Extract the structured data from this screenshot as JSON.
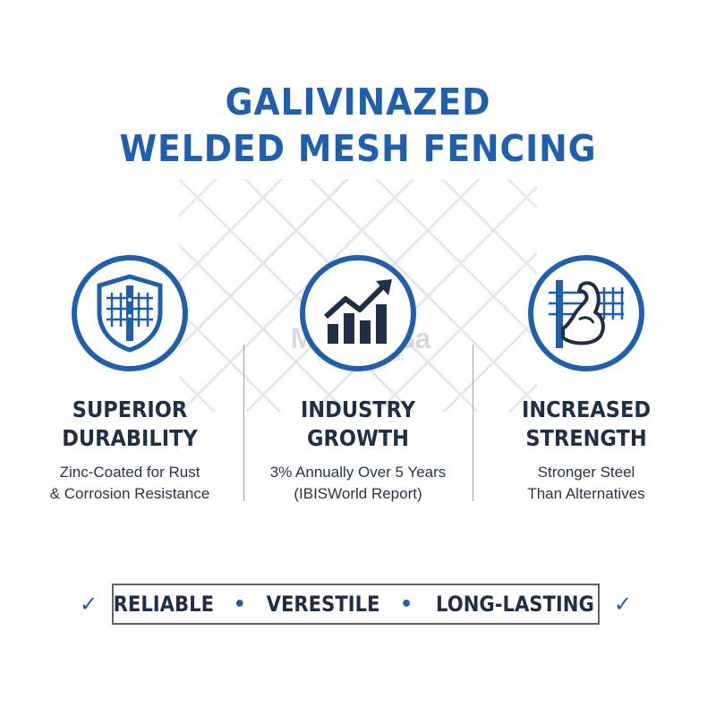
{
  "title": {
    "line1": "GALIVINAZED",
    "line2": "WELDED MESH FENCING"
  },
  "columns": [
    {
      "icon": "shield-fence-icon",
      "heading_line1": "SUPERIOR",
      "heading_line2": "DURABILITY",
      "desc_line1": "Zinc-Coated for Rust",
      "desc_line2": "& Corrosion Resistance"
    },
    {
      "icon": "growth-chart-icon",
      "heading_line1": "INDUSTRY",
      "heading_line2": "GROWTH",
      "desc_line1": "3% Annually Over 5 Years",
      "desc_line2": "(IBISWorld Report)"
    },
    {
      "icon": "flexed-arm-fence-icon",
      "heading_line1": "INCREASED",
      "heading_line2": "STRENGTH",
      "desc_line1": "Stronger Steel",
      "desc_line2": "Than Alternatives"
    }
  ],
  "watermark": {
    "main": "Macintu$a",
    "sub": "(IBISWorld Report"
  },
  "banner": {
    "item1": "RELIABLE",
    "item2": "VERESTILE",
    "item3": "LONG-LASTING",
    "check": "✓",
    "separator": "•"
  },
  "colors": {
    "accent_blue": "#1f5fae",
    "heading_navy": "#1f2f45",
    "background": "#ffffff"
  }
}
